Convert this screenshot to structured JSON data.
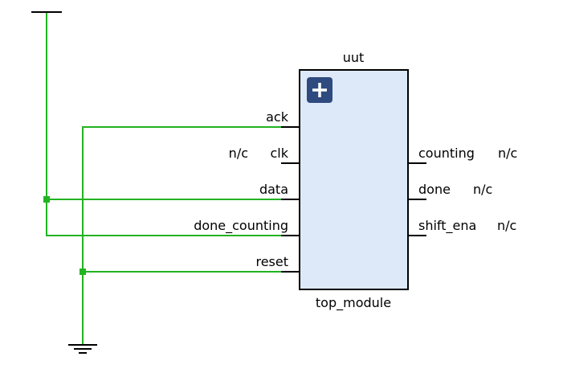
{
  "instance": {
    "name": "uut",
    "module": "top_module",
    "expand_icon": "plus-icon"
  },
  "ports": {
    "inputs": [
      {
        "id": "ack",
        "label": "ack",
        "conn": ""
      },
      {
        "id": "clk",
        "label": "clk",
        "conn": "n/c"
      },
      {
        "id": "data",
        "label": "data",
        "conn": ""
      },
      {
        "id": "done_counting",
        "label": "done_counting",
        "conn": ""
      },
      {
        "id": "reset",
        "label": "reset",
        "conn": ""
      }
    ],
    "outputs": [
      {
        "id": "counting",
        "label": "counting",
        "conn": "n/c"
      },
      {
        "id": "done",
        "label": "done",
        "conn": "n/c"
      },
      {
        "id": "shift_ena",
        "label": "shift_ena",
        "conn": "n/c"
      }
    ]
  },
  "supplies": {
    "power": "vcc-symbol",
    "ground": "ground-symbol"
  },
  "colors": {
    "wire": "#22b322",
    "block_fill": "#dde9f8",
    "block_border": "#000000",
    "expand_button": "#2e4a7e"
  }
}
